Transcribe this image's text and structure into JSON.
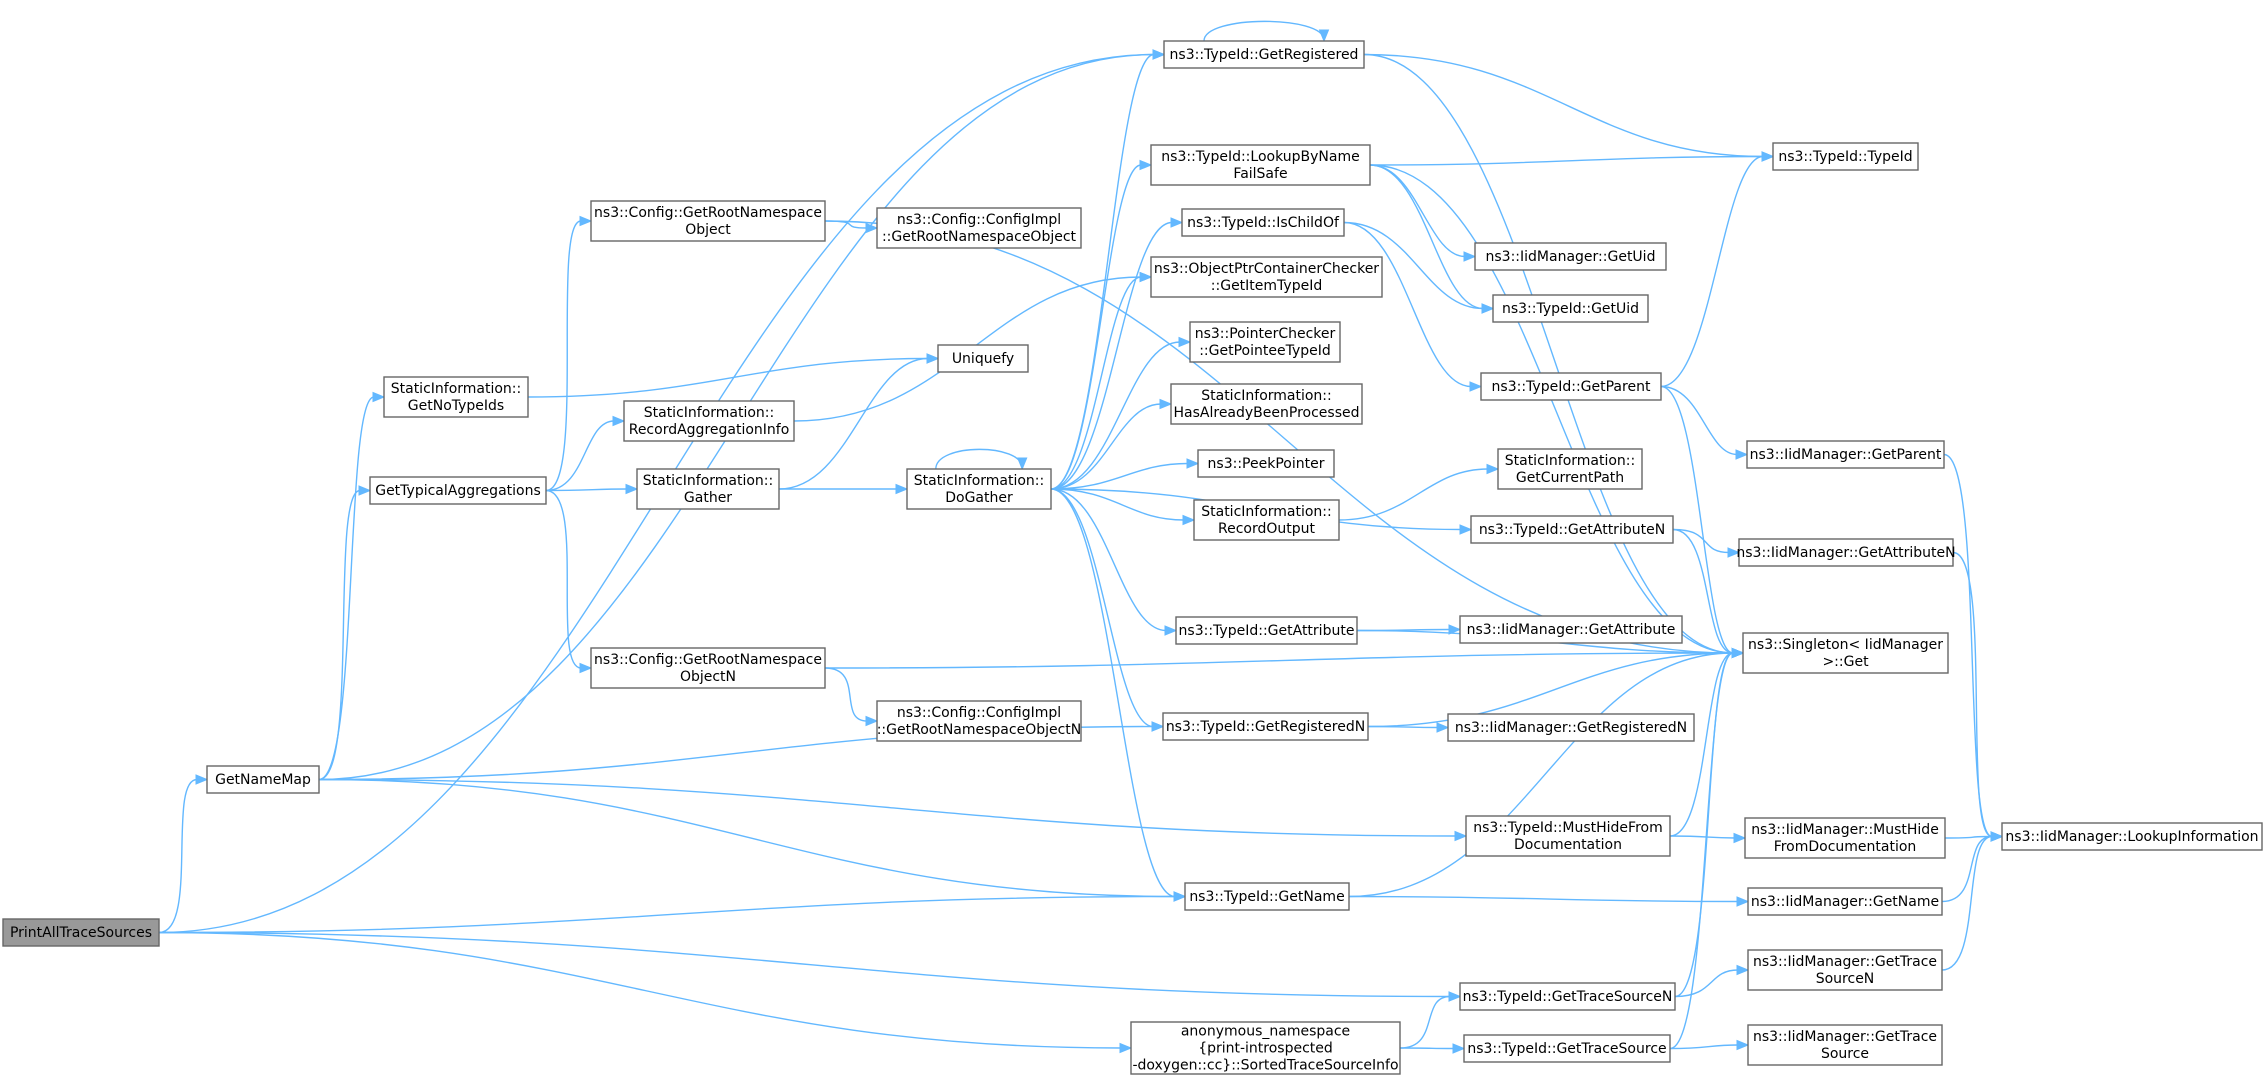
{
  "colors": {
    "edge": "#63b8ff",
    "node_border": "#666666",
    "node_fill": "#ffffff",
    "root_fill": "#999999",
    "text": "#000000"
  },
  "nodes": [
    {
      "id": "printall",
      "lines": [
        "PrintAllTraceSources"
      ]
    },
    {
      "id": "getnamemap",
      "lines": [
        "GetNameMap"
      ]
    },
    {
      "id": "gettypical",
      "lines": [
        "GetTypicalAggregations"
      ]
    },
    {
      "id": "getnotypeids",
      "lines": [
        "StaticInformation::",
        "GetNoTypeIds"
      ]
    },
    {
      "id": "cfg_getroot",
      "lines": [
        "ns3::Config::GetRootNamespace",
        "Object"
      ]
    },
    {
      "id": "cfg_getrootN",
      "lines": [
        "ns3::Config::GetRootNamespace",
        "ObjectN"
      ]
    },
    {
      "id": "recordagg",
      "lines": [
        "StaticInformation::",
        "RecordAggregationInfo"
      ]
    },
    {
      "id": "gather",
      "lines": [
        "StaticInformation::",
        "Gather"
      ]
    },
    {
      "id": "uniquefy",
      "lines": [
        "Uniquefy"
      ]
    },
    {
      "id": "cfgimpl_root",
      "lines": [
        "ns3::Config::ConfigImpl",
        "::GetRootNamespaceObject"
      ]
    },
    {
      "id": "cfgimpl_rootN",
      "lines": [
        "ns3::Config::ConfigImpl",
        "::GetRootNamespaceObjectN"
      ]
    },
    {
      "id": "dogather",
      "lines": [
        "StaticInformation::",
        "DoGather"
      ]
    },
    {
      "id": "anon",
      "lines": [
        "anonymous_namespace",
        "{print-introspected",
        "-doxygen::cc}::SortedTraceSourceInfo"
      ]
    },
    {
      "id": "getregistered",
      "lines": [
        "ns3::TypeId::GetRegistered"
      ]
    },
    {
      "id": "lookupfail",
      "lines": [
        "ns3::TypeId::LookupByName",
        "FailSafe"
      ]
    },
    {
      "id": "ischildof",
      "lines": [
        "ns3::TypeId::IsChildOf"
      ]
    },
    {
      "id": "objptr",
      "lines": [
        "ns3::ObjectPtrContainerChecker",
        "::GetItemTypeId"
      ]
    },
    {
      "id": "pointee",
      "lines": [
        "ns3::PointerChecker",
        "::GetPointeeTypeId"
      ]
    },
    {
      "id": "hasalready",
      "lines": [
        "StaticInformation::",
        "HasAlreadyBeenProcessed"
      ]
    },
    {
      "id": "peekptr",
      "lines": [
        "ns3::PeekPointer"
      ]
    },
    {
      "id": "recordout",
      "lines": [
        "StaticInformation::",
        "RecordOutput"
      ]
    },
    {
      "id": "getattribute",
      "lines": [
        "ns3::TypeId::GetAttribute"
      ]
    },
    {
      "id": "getregisteredN",
      "lines": [
        "ns3::TypeId::GetRegisteredN"
      ]
    },
    {
      "id": "getname",
      "lines": [
        "ns3::TypeId::GetName"
      ]
    },
    {
      "id": "getcurpath",
      "lines": [
        "StaticInformation::",
        "GetCurrentPath"
      ]
    },
    {
      "id": "iid_getuid",
      "lines": [
        "ns3::IidManager::GetUid"
      ]
    },
    {
      "id": "tid_getuid",
      "lines": [
        "ns3::TypeId::GetUid"
      ]
    },
    {
      "id": "tid_getparent",
      "lines": [
        "ns3::TypeId::GetParent"
      ]
    },
    {
      "id": "tid_getattrN",
      "lines": [
        "ns3::TypeId::GetAttributeN"
      ]
    },
    {
      "id": "iid_getattr",
      "lines": [
        "ns3::IidManager::GetAttribute"
      ]
    },
    {
      "id": "iid_getregN",
      "lines": [
        "ns3::IidManager::GetRegisteredN"
      ]
    },
    {
      "id": "tid_musthide",
      "lines": [
        "ns3::TypeId::MustHideFrom",
        "Documentation"
      ]
    },
    {
      "id": "tid_gettsN",
      "lines": [
        "ns3::TypeId::GetTraceSourceN"
      ]
    },
    {
      "id": "tid_getts",
      "lines": [
        "ns3::TypeId::GetTraceSource"
      ]
    },
    {
      "id": "tid_typeid",
      "lines": [
        "ns3::TypeId::TypeId"
      ]
    },
    {
      "id": "iid_getparent",
      "lines": [
        "ns3::IidManager::GetParent"
      ]
    },
    {
      "id": "iid_getattrN",
      "lines": [
        "ns3::IidManager::GetAttributeN"
      ]
    },
    {
      "id": "singleton",
      "lines": [
        "ns3::Singleton< IidManager",
        " >::Get"
      ]
    },
    {
      "id": "iid_musthide",
      "lines": [
        "ns3::IidManager::MustHide",
        "FromDocumentation"
      ]
    },
    {
      "id": "iid_getname",
      "lines": [
        "ns3::IidManager::GetName"
      ]
    },
    {
      "id": "iid_gettsN",
      "lines": [
        "ns3::IidManager::GetTrace",
        "SourceN"
      ]
    },
    {
      "id": "iid_getts",
      "lines": [
        "ns3::IidManager::GetTrace",
        "Source"
      ]
    },
    {
      "id": "iid_lookup",
      "lines": [
        "ns3::IidManager::LookupInformation"
      ]
    }
  ],
  "edges": [
    [
      "printall",
      "getnamemap"
    ],
    [
      "printall",
      "getregistered"
    ],
    [
      "printall",
      "getname"
    ],
    [
      "printall",
      "tid_gettsN"
    ],
    [
      "printall",
      "anon"
    ],
    [
      "getnamemap",
      "getnotypeids"
    ],
    [
      "getnamemap",
      "gettypical"
    ],
    [
      "getnamemap",
      "getregistered"
    ],
    [
      "getnamemap",
      "getregisteredN"
    ],
    [
      "getnamemap",
      "getname"
    ],
    [
      "getnamemap",
      "tid_musthide"
    ],
    [
      "gettypical",
      "cfg_getroot"
    ],
    [
      "gettypical",
      "recordagg"
    ],
    [
      "gettypical",
      "gather"
    ],
    [
      "gettypical",
      "cfg_getrootN"
    ],
    [
      "getnotypeids",
      "uniquefy"
    ],
    [
      "cfg_getroot",
      "cfgimpl_root"
    ],
    [
      "cfg_getroot",
      "singleton"
    ],
    [
      "cfg_getrootN",
      "cfgimpl_rootN"
    ],
    [
      "cfg_getrootN",
      "singleton"
    ],
    [
      "recordagg",
      "objptr"
    ],
    [
      "gather",
      "uniquefy"
    ],
    [
      "gather",
      "dogather"
    ],
    [
      "dogather",
      "dogather"
    ],
    [
      "dogather",
      "getregistered"
    ],
    [
      "dogather",
      "lookupfail"
    ],
    [
      "dogather",
      "ischildof"
    ],
    [
      "dogather",
      "objptr"
    ],
    [
      "dogather",
      "pointee"
    ],
    [
      "dogather",
      "hasalready"
    ],
    [
      "dogather",
      "peekptr"
    ],
    [
      "dogather",
      "recordout"
    ],
    [
      "dogather",
      "tid_getattrN"
    ],
    [
      "dogather",
      "getattribute"
    ],
    [
      "dogather",
      "getregisteredN"
    ],
    [
      "dogather",
      "getname"
    ],
    [
      "anon",
      "tid_gettsN"
    ],
    [
      "anon",
      "tid_getts"
    ],
    [
      "getregistered",
      "getregistered"
    ],
    [
      "getregistered",
      "tid_typeid"
    ],
    [
      "getregistered",
      "singleton"
    ],
    [
      "lookupfail",
      "tid_typeid"
    ],
    [
      "lookupfail",
      "iid_getuid"
    ],
    [
      "lookupfail",
      "tid_getuid"
    ],
    [
      "lookupfail",
      "singleton"
    ],
    [
      "ischildof",
      "tid_getuid"
    ],
    [
      "ischildof",
      "tid_getparent"
    ],
    [
      "recordout",
      "getcurpath"
    ],
    [
      "getattribute",
      "iid_getattr"
    ],
    [
      "getattribute",
      "singleton"
    ],
    [
      "getregisteredN",
      "iid_getregN"
    ],
    [
      "getregisteredN",
      "singleton"
    ],
    [
      "getname",
      "iid_getname"
    ],
    [
      "getname",
      "singleton"
    ],
    [
      "tid_getparent",
      "tid_typeid"
    ],
    [
      "tid_getparent",
      "iid_getparent"
    ],
    [
      "tid_getparent",
      "singleton"
    ],
    [
      "tid_getattrN",
      "iid_getattrN"
    ],
    [
      "tid_getattrN",
      "singleton"
    ],
    [
      "tid_musthide",
      "iid_musthide"
    ],
    [
      "tid_musthide",
      "singleton"
    ],
    [
      "tid_gettsN",
      "iid_gettsN"
    ],
    [
      "tid_gettsN",
      "singleton"
    ],
    [
      "tid_getts",
      "iid_getts"
    ],
    [
      "tid_getts",
      "singleton"
    ],
    [
      "iid_getparent",
      "iid_lookup"
    ],
    [
      "iid_getattrN",
      "iid_lookup"
    ],
    [
      "iid_musthide",
      "iid_lookup"
    ],
    [
      "iid_getname",
      "iid_lookup"
    ],
    [
      "iid_gettsN",
      "iid_lookup"
    ]
  ]
}
